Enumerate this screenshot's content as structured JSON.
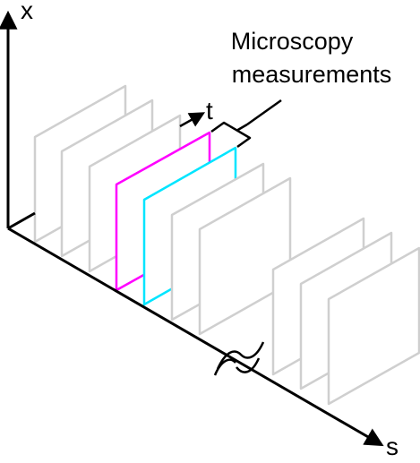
{
  "axes": {
    "vertical_label": "x",
    "horizontal_label": "s",
    "time_label": "t"
  },
  "annotation": {
    "line1": "Microscopy",
    "line2": "measurements"
  },
  "colors": {
    "frame": "#cfcfcf",
    "highlight_1": "#ff00ff",
    "highlight_2": "#00e5ff",
    "axis": "#000000"
  }
}
